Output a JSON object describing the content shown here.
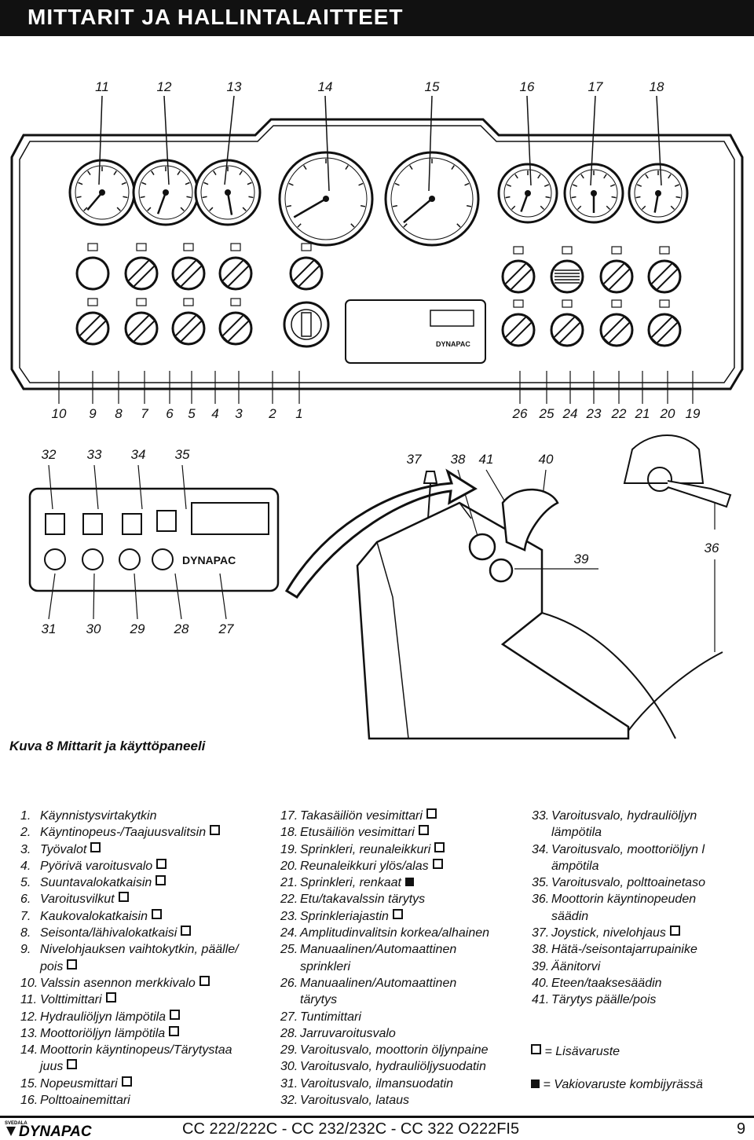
{
  "header": {
    "title": "MITTARIT  JA  HALLINTALAITTEET"
  },
  "figure": {
    "top_numbers": [
      "11",
      "12",
      "13",
      "14",
      "15",
      "16",
      "17",
      "18"
    ],
    "mid_numbers_left": [
      "10",
      "9",
      "8",
      "7",
      "6",
      "5",
      "4",
      "3",
      "2",
      "1"
    ],
    "mid_numbers_right": [
      "26",
      "25",
      "24",
      "23",
      "22",
      "21",
      "20",
      "19"
    ],
    "lower_top_left": [
      "32",
      "33",
      "34",
      "35"
    ],
    "lower_top_right": [
      "37",
      "38",
      "41",
      "40"
    ],
    "right_labels": [
      "39",
      "36"
    ],
    "bottom_numbers": [
      "31",
      "30",
      "29",
      "28",
      "27"
    ],
    "panel_logo": "DYNAPAC"
  },
  "caption": "Kuva 8 Mittarit ja käyttöpaneeli",
  "items_col1": [
    {
      "num": "1.",
      "text": "Käynnistysvirtakytkin",
      "mark": ""
    },
    {
      "num": "2.",
      "text": "Käyntinopeus-/Taajuusvalitsin",
      "mark": "open"
    },
    {
      "num": "3.",
      "text": "Työvalot",
      "mark": "open"
    },
    {
      "num": "4.",
      "text": "Pyörivä varoitusvalo",
      "mark": "open"
    },
    {
      "num": "5.",
      "text": "Suuntavalokatkaisin",
      "mark": "open"
    },
    {
      "num": "6.",
      "text": "Varoitusvilkut",
      "mark": "open"
    },
    {
      "num": "7.",
      "text": "Kaukovalokatkaisin",
      "mark": "open"
    },
    {
      "num": "8.",
      "text": "Seisonta/lähivalokatkaisi",
      "mark": "open"
    },
    {
      "num": "9.",
      "text": "Nivelohjauksen vaihtokytkin, päälle/",
      "cont": "pois",
      "mark": "open"
    },
    {
      "num": "10.",
      "text": "Valssin asennon merkkivalo",
      "mark": "open"
    },
    {
      "num": "11.",
      "text": "Volttimittari",
      "mark": "open"
    },
    {
      "num": "12.",
      "text": "Hydrauliöljyn lämpötila",
      "mark": "open"
    },
    {
      "num": "13.",
      "text": "Moottoriöljyn lämpötila",
      "mark": "open"
    },
    {
      "num": "14.",
      "text": "Moottorin käyntinopeus/Tärytystaa",
      "cont": "juus",
      "mark": "open"
    },
    {
      "num": "15.",
      "text": "Nopeusmittari",
      "mark": "open"
    },
    {
      "num": "16.",
      "text": "Polttoainemittari",
      "mark": ""
    }
  ],
  "items_col2": [
    {
      "num": "17.",
      "text": "Takasäiliön vesimittari",
      "mark": "open"
    },
    {
      "num": "18.",
      "text": "Etusäiliön vesimittari",
      "mark": "open"
    },
    {
      "num": "19.",
      "text": "Sprinkleri, reunaleikkuri",
      "mark": "open"
    },
    {
      "num": "20.",
      "text": "Reunaleikkuri ylös/alas",
      "mark": "open"
    },
    {
      "num": "21.",
      "text": "Sprinkleri, renkaat",
      "mark": "filled"
    },
    {
      "num": "22.",
      "text": "Etu/takavalssin tärytys",
      "mark": ""
    },
    {
      "num": "23.",
      "text": "Sprinkleriajastin",
      "mark": "open"
    },
    {
      "num": "24.",
      "text": "Amplitudinvalitsin korkea/alhainen",
      "mark": ""
    },
    {
      "num": "25.",
      "text": "Manuaalinen/Automaattinen",
      "cont": "sprinkleri",
      "mark": ""
    },
    {
      "num": "26.",
      "text": "Manuaalinen/Automaattinen",
      "cont": "tärytys",
      "mark": ""
    },
    {
      "num": "27.",
      "text": "Tuntimittari",
      "mark": ""
    },
    {
      "num": "28.",
      "text": "Jarruvaroitusvalo",
      "mark": ""
    },
    {
      "num": "29.",
      "text": "Varoitusvalo, moottorin öljynpaine",
      "mark": ""
    },
    {
      "num": "30.",
      "text": "Varoitusvalo, hydrauliöljysuodatin",
      "mark": ""
    },
    {
      "num": "31.",
      "text": "Varoitusvalo, ilmansuodatin",
      "mark": ""
    },
    {
      "num": "32.",
      "text": "Varoitusvalo, lataus",
      "mark": ""
    }
  ],
  "items_col3": [
    {
      "num": "33.",
      "text": "Varoitusvalo, hydrauliöljyn",
      "cont": "lämpötila",
      "mark": ""
    },
    {
      "num": "34.",
      "text": "Varoitusvalo, moottoriöljyn l",
      "cont": "ämpötila",
      "mark": ""
    },
    {
      "num": "35.",
      "text": "Varoitusvalo, polttoainetaso",
      "mark": ""
    },
    {
      "num": "36.",
      "text": "Moottorin käyntinopeuden",
      "cont": "säädin",
      "mark": ""
    },
    {
      "num": "37.",
      "text": "Joystick, nivelohjaus",
      "mark": "open"
    },
    {
      "num": "38.",
      "text": "Hätä-/seisontajarrupainike",
      "mark": ""
    },
    {
      "num": "39.",
      "text": "Äänitorvi",
      "mark": ""
    },
    {
      "num": "40.",
      "text": "Eteen/taaksesäädin",
      "mark": ""
    },
    {
      "num": "41.",
      "text": "Tärytys päälle/pois",
      "mark": ""
    }
  ],
  "legend": {
    "open_label": "= Lisävaruste",
    "filled_label": "= Vakiovaruste kombijyrässä"
  },
  "footer": {
    "brand": "DYNAPAC",
    "brand_small": "SVEDALA",
    "title": "CC 222/222C - CC 232/232C - CC 322  O222FI5",
    "page": "9"
  }
}
